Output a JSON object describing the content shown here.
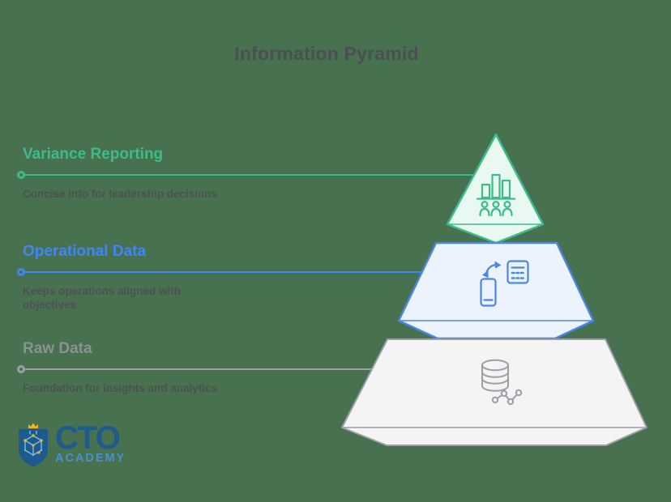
{
  "title": "Information Pyramid",
  "background_color": "#48714F",
  "levels": [
    {
      "label": "Variance Reporting",
      "description": "Concise info for leadership decisions",
      "accent_color": "#3CBC8D",
      "fill_color": "#E9F9F1",
      "icon": "bar-chart-people-icon"
    },
    {
      "label": "Operational Data",
      "description": "Keeps operations aligned with objectives",
      "accent_color": "#4285F4",
      "fill_color": "#EDF3FD",
      "icon": "phone-calculator-sync-icon"
    },
    {
      "label": "Raw Data",
      "description": "Foundation for insights and analytics",
      "accent_color": "#9AA0A6",
      "fill_color": "#F4F4F5",
      "icon": "database-network-icon"
    }
  ],
  "text_color": "#4D5156",
  "logo": {
    "primary": "CTO",
    "secondary": "ACADEMY",
    "primary_color": "#1D5B8C",
    "secondary_color": "#4A90D2",
    "shield_color": "#1D5B8C",
    "crown_color": "#F5B521"
  }
}
